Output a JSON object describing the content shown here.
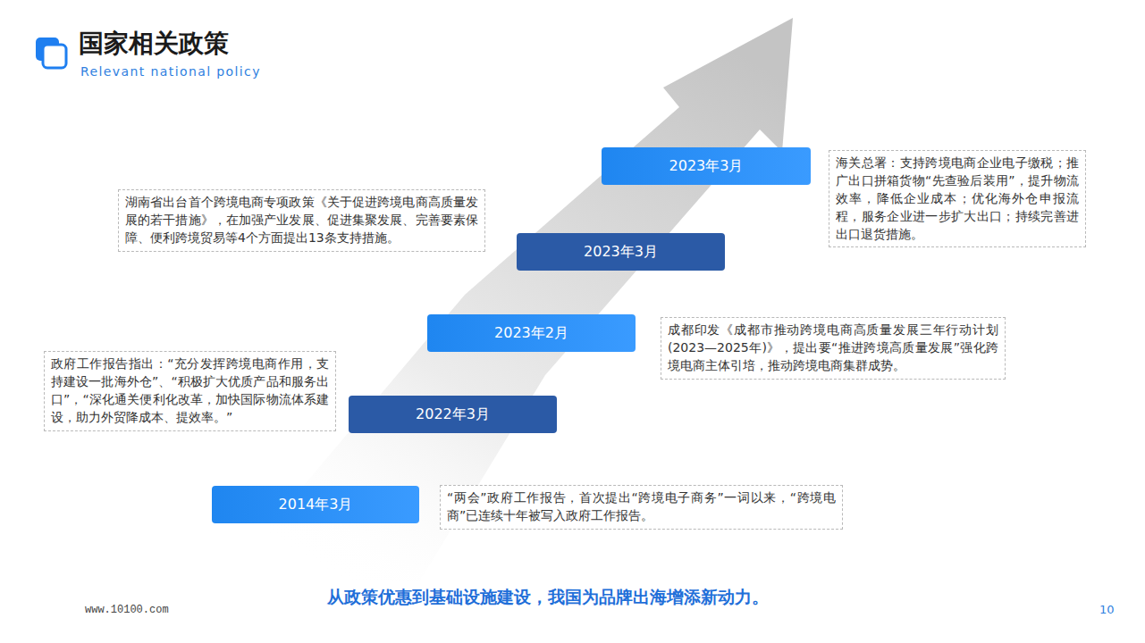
{
  "diagram": {
    "title": "国家相关政策",
    "caption": "从政策优惠到基础设施建设，我国为品牌出海增添新动力。",
    "nodes": [
      {
        "text": [
          "2023年3月"
        ]
      },
      {
        "text": [
          "海关总署：支持跨境电商企业电子缴税；推广出口拼箱货物“先查验后装用”，提升物流效率，降低企业成本；优化海外仓申报流程，服务企业进一步扩大出口；持续完善进出口退货措施。"
        ]
      },
      {
        "text": [
          "湖南省出台首个跨境电商专项政策《关于促进跨境电商高质量发展的若干措施》，在加强产业发展、促进集聚发展、完善要素保障、便利跨境贸易等4个方面提出13条支持措施。"
        ]
      },
      {
        "text": [
          "2023年3月"
        ]
      },
      {
        "text": [
          "2023年2月"
        ]
      },
      {
        "text": [
          "成都印发《成都市推动跨境电商高质量发展三年行动计划(2023—2025年)》，提出要“推进跨境高质量发展”强化跨境电商主体引培，推动跨境电商集群成势。"
        ]
      },
      {
        "text": [
          "政府工作报告指出：“充分发挥跨境电商作用，支持建设一批海外仓”、“积极扩大优质产品和服务出口”，“深化通关便利化改革，加快国际物流体系建设，助力外贸降成本、提效率。”"
        ]
      },
      {
        "text": [
          "2022年3月"
        ]
      },
      {
        "text": [
          "2014年3月"
        ]
      },
      {
        "text": [
          "“两会”政府工作报告，首次提出“跨境电子商务”一词以来，“跨境电商”已连续十年被写入政府工作报告。"
        ]
      }
    ],
    "labels": [
      "Relevant national policy",
      "www.10100.com",
      "10"
    ]
  }
}
